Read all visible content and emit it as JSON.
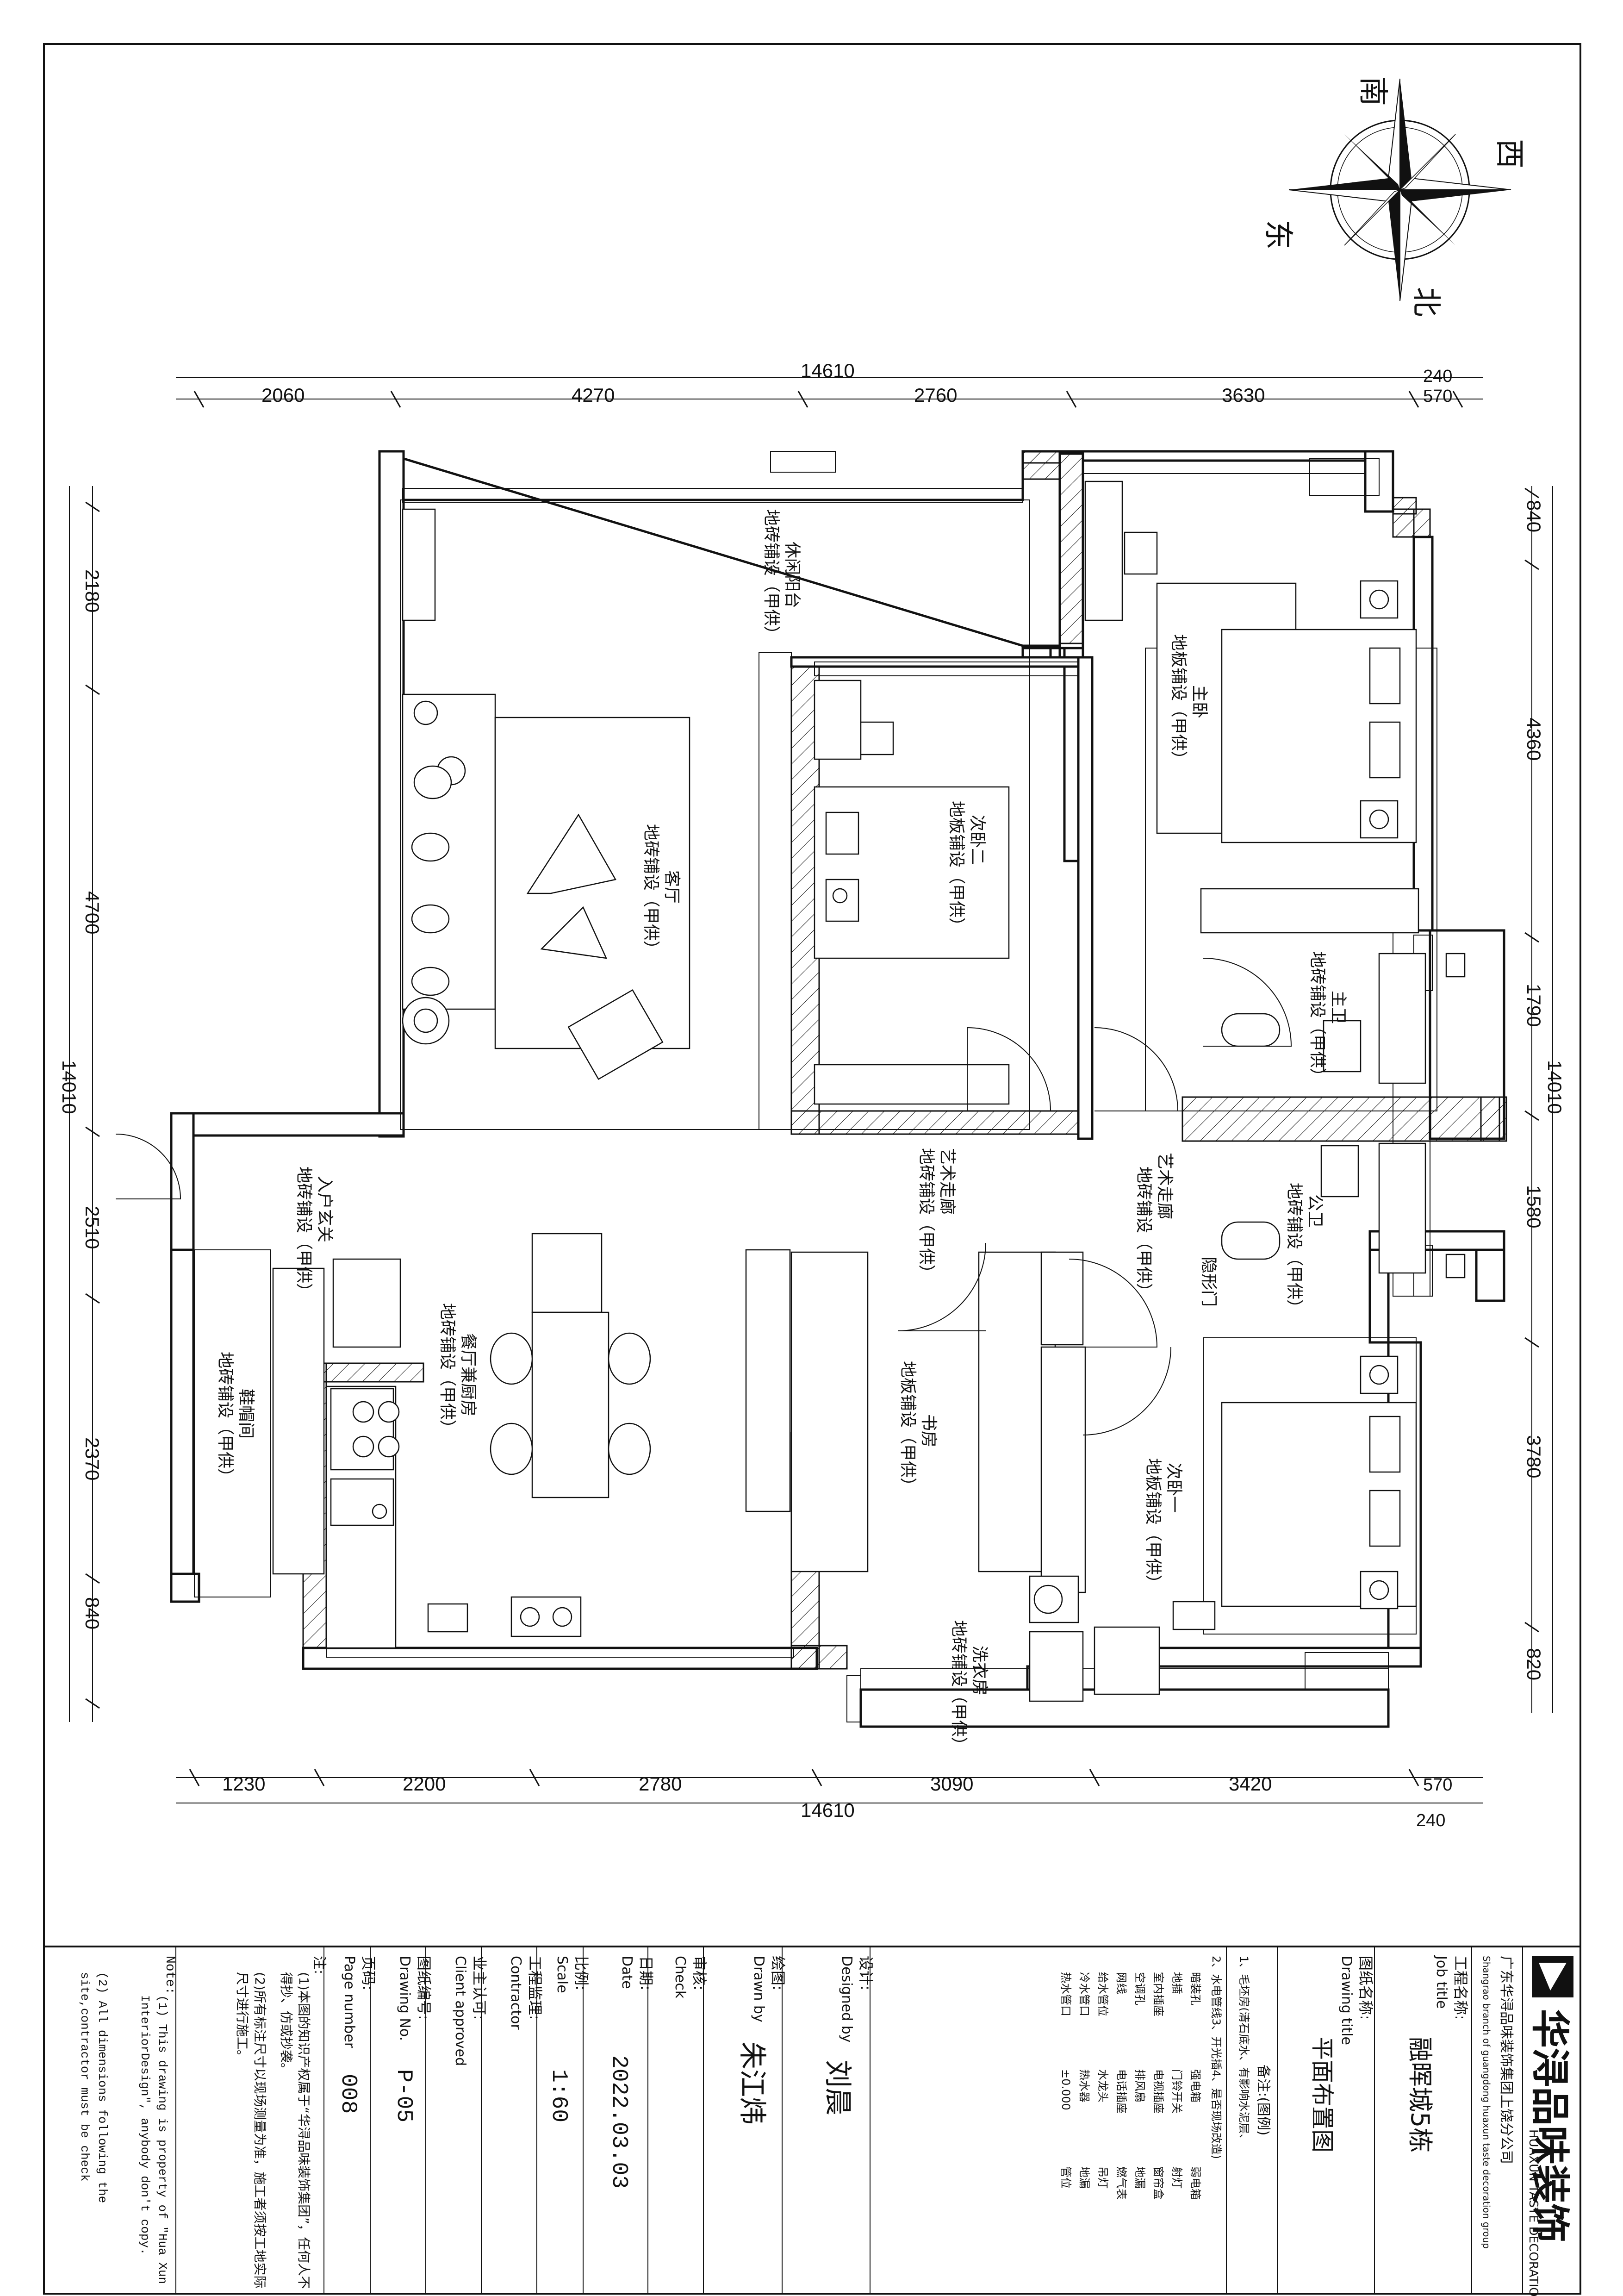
{
  "compass": {
    "south": "南",
    "west": "西",
    "east": "东",
    "north": "北"
  },
  "dims": {
    "top_total": "14610",
    "top_small1": "240",
    "top_small2": "570",
    "top_segments": [
      "2060",
      "4270",
      "2760",
      "3630"
    ],
    "bottom_total": "14610",
    "bottom_small": "240",
    "bottom_segments": [
      "1230",
      "2200",
      "2780",
      "3090",
      "3420",
      "570"
    ],
    "left_total": "14010",
    "left_segments": [
      "2180",
      "4700",
      "2510",
      "2370",
      "840"
    ],
    "right_total": "14010",
    "right_segments": [
      "840",
      "4360",
      "1790",
      "1580",
      "3780",
      "820"
    ]
  },
  "rooms": {
    "balcony": {
      "name": "休闲阳台",
      "floor": "地砖铺设（甲供）"
    },
    "living": {
      "name": "客厅",
      "floor": "地砖铺设（甲供）"
    },
    "bedroom2": {
      "name": "次卧二",
      "floor": "地板铺设（甲供）"
    },
    "master": {
      "name": "主卧",
      "floor": "地板铺设（甲供）"
    },
    "master_bath": {
      "name": "主卫",
      "floor": "地砖铺设（甲供）"
    },
    "public_bath": {
      "name": "公卫",
      "floor": "地砖铺设（甲供）"
    },
    "hidden_door": "隐形门",
    "foyer": {
      "name": "入户玄关",
      "floor": "地砖铺设（甲供）"
    },
    "corridor1": {
      "name": "艺术走廊",
      "floor": "地砖铺设（甲供）"
    },
    "corridor2": {
      "name": "艺术走廊",
      "floor": "地砖铺设（甲供）"
    },
    "shoe": {
      "name": "鞋帽间",
      "floor": "地砖铺设（甲供）"
    },
    "dining": {
      "name": "餐厅兼厨房",
      "floor": "地砖铺设（甲供）"
    },
    "study": {
      "name": "书房",
      "floor": "地板铺设（甲供）"
    },
    "bedroom1": {
      "name": "次卧一",
      "floor": "地板铺设（甲供）"
    },
    "laundry": {
      "name": "洗衣房",
      "floor": "地砖铺设（甲供）"
    }
  },
  "title_block": {
    "company_cn": "华浔品味装饰",
    "company_en": "HUAXUN TASTE DECORATION",
    "branch_cn": "广东华浔品味装饰集团上饶分公司",
    "branch_en": "Shangrao branch of guangdong huaxun taste decoration group",
    "job_label": "工程名称:",
    "job_label_en": "Job title",
    "job_value": "融晖城5栋",
    "drawing_label": "图纸名称:",
    "drawing_label_en": "Drawing title",
    "drawing_value": "平面布置图",
    "legend_title": "备注:(图例)",
    "legend_lines": [
      "1、毛坯房(清石底水、有影响水泥层、",
      "2、水电管线3、开光插4、是否现场改造)"
    ],
    "legend_items": [
      "暗装孔",
      "地插",
      "室内插座",
      "空调孔",
      "网线",
      "给水管位",
      "冷水管口",
      "热水管口",
      "强电箱",
      "门铃开关",
      "电视插座",
      "排风扇",
      "电话插座",
      "水龙头",
      "热水器",
      "±0.000",
      "弱电箱",
      "射灯",
      "窗帘盒",
      "地漏",
      "燃气表",
      "吊灯",
      "地漏",
      "管位"
    ],
    "designed_label": "设计:",
    "designed_label_en": "Designed by",
    "designed_value": "刘晨",
    "drawn_label": "绘图:",
    "drawn_label_en": "Drawn by",
    "drawn_value": "朱江炜",
    "check_label": "审核:",
    "check_label_en": "Check",
    "check_value": "",
    "date_label": "日期:",
    "date_label_en": "Date",
    "date_value": "2022.03.03",
    "scale_label": "比例:",
    "scale_label_en": "Scale",
    "scale_value": "1:60",
    "contractor_label": "工程监理:",
    "contractor_label_en": "Contractor",
    "contractor_value": "",
    "client_label": "业主认可:",
    "client_label_en": "Client approved",
    "client_value": "",
    "drawing_no_label": "图纸编号:",
    "drawing_no_label_en": "Drawing No.",
    "drawing_no_value": "P-05",
    "page_label": "页码:",
    "page_label_en": "Page number",
    "page_value": "008",
    "note_cn_label": "注:",
    "note_cn_1": "(1)本图的知识产权属于“华浔品味装饰集团”，任何人不得抄、仿或抄袭。",
    "note_cn_2": "(2)所有标注尺寸以现场测量为准，施工者须按工地实际尺寸进行施工。",
    "note_en_label": "Note:",
    "note_en_1": "(1) This drawing is property of \"Hua Xun InteriorDesign\", anybody don't copy.",
    "note_en_2": "(2) All dimensions following the site,contractor must be check"
  },
  "colors": {
    "line": "#111111",
    "background": "#ffffff"
  }
}
